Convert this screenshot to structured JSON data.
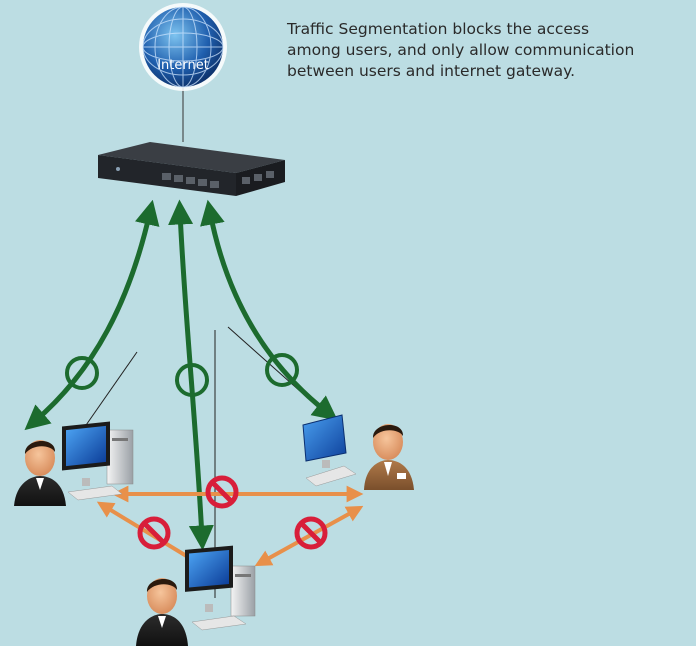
{
  "caption": {
    "lines": [
      "Traffic Segmentation blocks the access",
      "among users, and only allow communication",
      "between users and internet gateway."
    ]
  },
  "internet": {
    "label": "Internet"
  },
  "colors": {
    "background": "#bcdde3",
    "allowed_arrow": "#1c6b2e",
    "blocked_arrow": "#e8904a",
    "block_symbol": "#d81e3a",
    "gateway": "#2d3035",
    "monitor": "#1f68c4"
  },
  "icons": [
    "globe-icon",
    "gateway-router-icon",
    "user-icon",
    "computer-icon",
    "monitor-icon",
    "allowed-circle-icon",
    "blocked-prohibition-icon"
  ]
}
